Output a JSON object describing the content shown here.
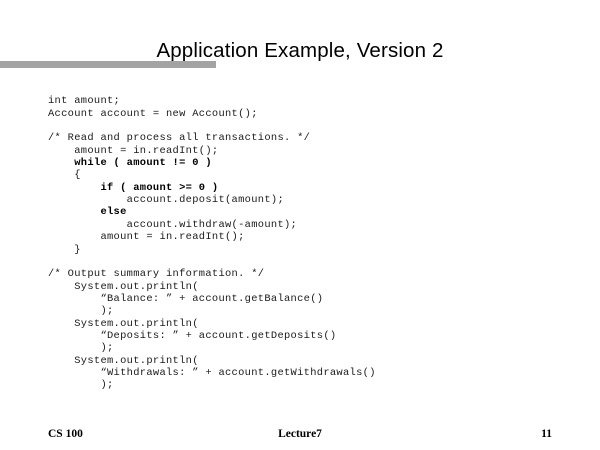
{
  "slide": {
    "title": "Application Example, Version 2",
    "accent_bar_color": "#a3a3a3",
    "background_color": "#ffffff",
    "text_color": "#000000"
  },
  "code": {
    "language": "java",
    "lines": [
      {
        "text": "int amount;",
        "bold": false
      },
      {
        "text": "Account account = new Account();",
        "bold": false
      },
      {
        "text": "",
        "bold": false
      },
      {
        "text": "/* Read and process all transactions. */",
        "bold": false
      },
      {
        "text": "    amount = in.readInt();",
        "bold": false
      },
      {
        "text": "    while ( amount != 0 )",
        "bold": true
      },
      {
        "text": "    {",
        "bold": false
      },
      {
        "text": "        if ( amount >= 0 )",
        "bold": true
      },
      {
        "text": "            account.deposit(amount);",
        "bold": false
      },
      {
        "text": "        else",
        "bold": true
      },
      {
        "text": "            account.withdraw(-amount);",
        "bold": false
      },
      {
        "text": "        amount = in.readInt();",
        "bold": false
      },
      {
        "text": "    }",
        "bold": false
      },
      {
        "text": "",
        "bold": false
      },
      {
        "text": "/* Output summary information. */",
        "bold": false
      },
      {
        "text": "    System.out.println(",
        "bold": false
      },
      {
        "text": "        “Balance: ” + account.getBalance()",
        "bold": false
      },
      {
        "text": "        );",
        "bold": false
      },
      {
        "text": "    System.out.println(",
        "bold": false
      },
      {
        "text": "        “Deposits: ” + account.getDeposits()",
        "bold": false
      },
      {
        "text": "        );",
        "bold": false
      },
      {
        "text": "    System.out.println(",
        "bold": false
      },
      {
        "text": "        “Withdrawals: ” + account.getWithdrawals()",
        "bold": false
      },
      {
        "text": "        );",
        "bold": false
      }
    ]
  },
  "footer": {
    "course": "CS 100",
    "lecture": "Lecture7",
    "page_number": "11"
  }
}
